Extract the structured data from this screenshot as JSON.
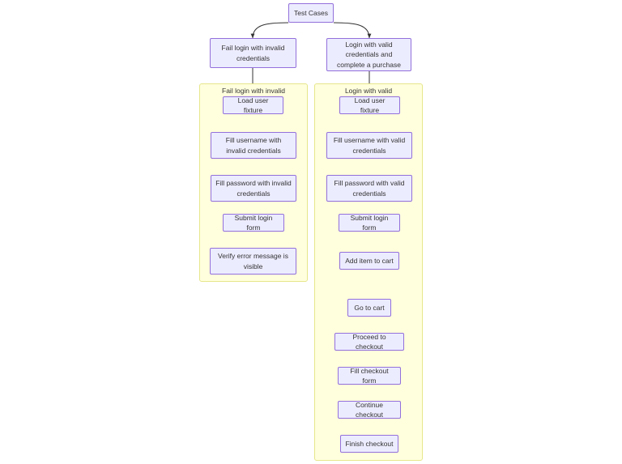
{
  "diagram": {
    "title": "Test Cases flowchart",
    "background_color": "#ffffff",
    "node_fill": "#ececff",
    "node_border": "#9370db",
    "subgraph_fill": "#ffffde",
    "subgraph_border": "#e6e68a",
    "edge_color": "#333333",
    "text_color": "#333333"
  },
  "root": {
    "label": "Test Cases"
  },
  "branches": [
    {
      "id": "fail",
      "label": "Fail login with invalid credentials"
    },
    {
      "id": "pass",
      "label": "Login with valid credentials and complete a purchase"
    }
  ],
  "subgraphs": [
    {
      "id": "fail-flow",
      "title": "Fail login with invalid",
      "steps": [
        "Load user fixture",
        "Fill username with invalid credentials",
        "Fill password with invalid credentials",
        "Submit login form",
        "Verify error message is visible"
      ]
    },
    {
      "id": "valid-flow",
      "title": "Login with valid",
      "steps": [
        "Load user fixture",
        "Fill username with valid credentials",
        "Fill password with valid credentials",
        "Submit login form",
        "Add item to cart",
        "Go to cart",
        "Proceed to checkout",
        "Fill checkout form",
        "Continue checkout",
        "Finish checkout"
      ]
    }
  ]
}
